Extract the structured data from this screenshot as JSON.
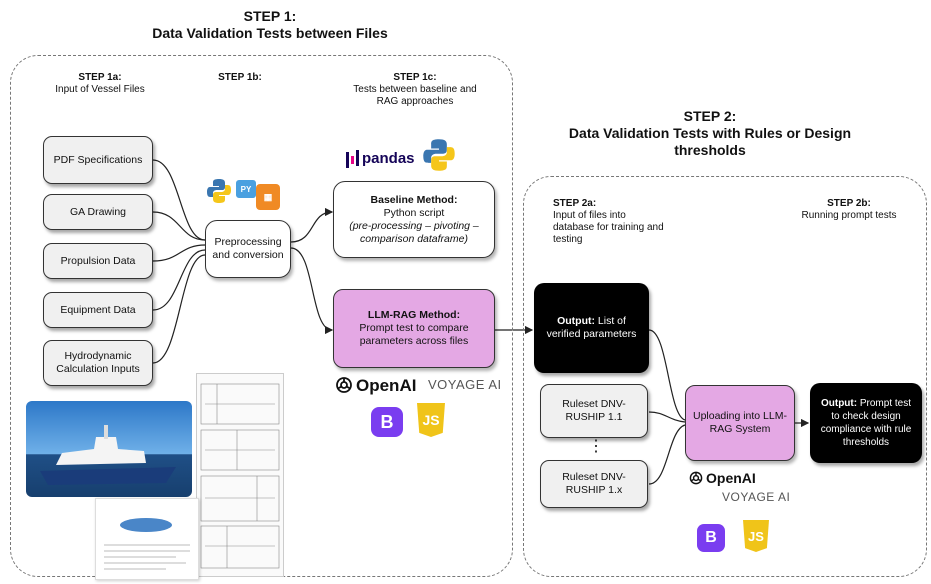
{
  "step1": {
    "title_line1": "STEP 1:",
    "title_line2": "Data Validation Tests between Files",
    "s1a_title": "STEP 1a:",
    "s1a_sub": "Input of Vessel Files",
    "s1b_title": "STEP 1b:",
    "s1c_title": "STEP 1c:",
    "s1c_sub": "Tests between baseline and RAG approaches",
    "inputs": [
      "PDF Specifications",
      "GA Drawing",
      "Propulsion Data",
      "Equipment Data",
      "Hydrodynamic Calculation Inputs"
    ],
    "preprocess": "Preprocessing and conversion",
    "baseline_title": "Baseline Method:",
    "baseline_line1": "Python script",
    "baseline_italic": "(pre-processing – pivoting – comparison dataframe)",
    "llm_title": "LLM-RAG Method:",
    "llm_body": "Prompt test to compare parameters across files"
  },
  "step2": {
    "title_line1": "STEP 2:",
    "title_line2": "Data Validation Tests with Rules or Design thresholds",
    "s2a_title": "STEP 2a:",
    "s2a_sub": "Input of files into database for training and testing",
    "s2b_title": "STEP 2b:",
    "s2b_sub": "Running prompt tests",
    "output1_bold": "Output:",
    "output1_text": "List of verified parameters",
    "ruleset1": "Ruleset DNV-RUSHIP 1.1",
    "dots": "⋮",
    "ruleset2": "Ruleset DNV-RUSHIP 1.x",
    "upload": "Uploading into LLM-RAG System",
    "output2_bold": "Output:",
    "output2_text": "Prompt test to check design compliance with rule thresholds"
  },
  "logos": {
    "pandas": "pandas",
    "openai": "OpenAI",
    "voyage": "VOYAGE AI",
    "bootstrap": "B",
    "js": "JS"
  },
  "colors": {
    "pink_box": "#e4a8e4",
    "grey_box": "#f0f0f0",
    "output_box": "#000000",
    "python_blue": "#3a76b0",
    "python_yellow": "#f5c61a",
    "bootstrap": "#7a3df0",
    "js": "#f0c419"
  }
}
